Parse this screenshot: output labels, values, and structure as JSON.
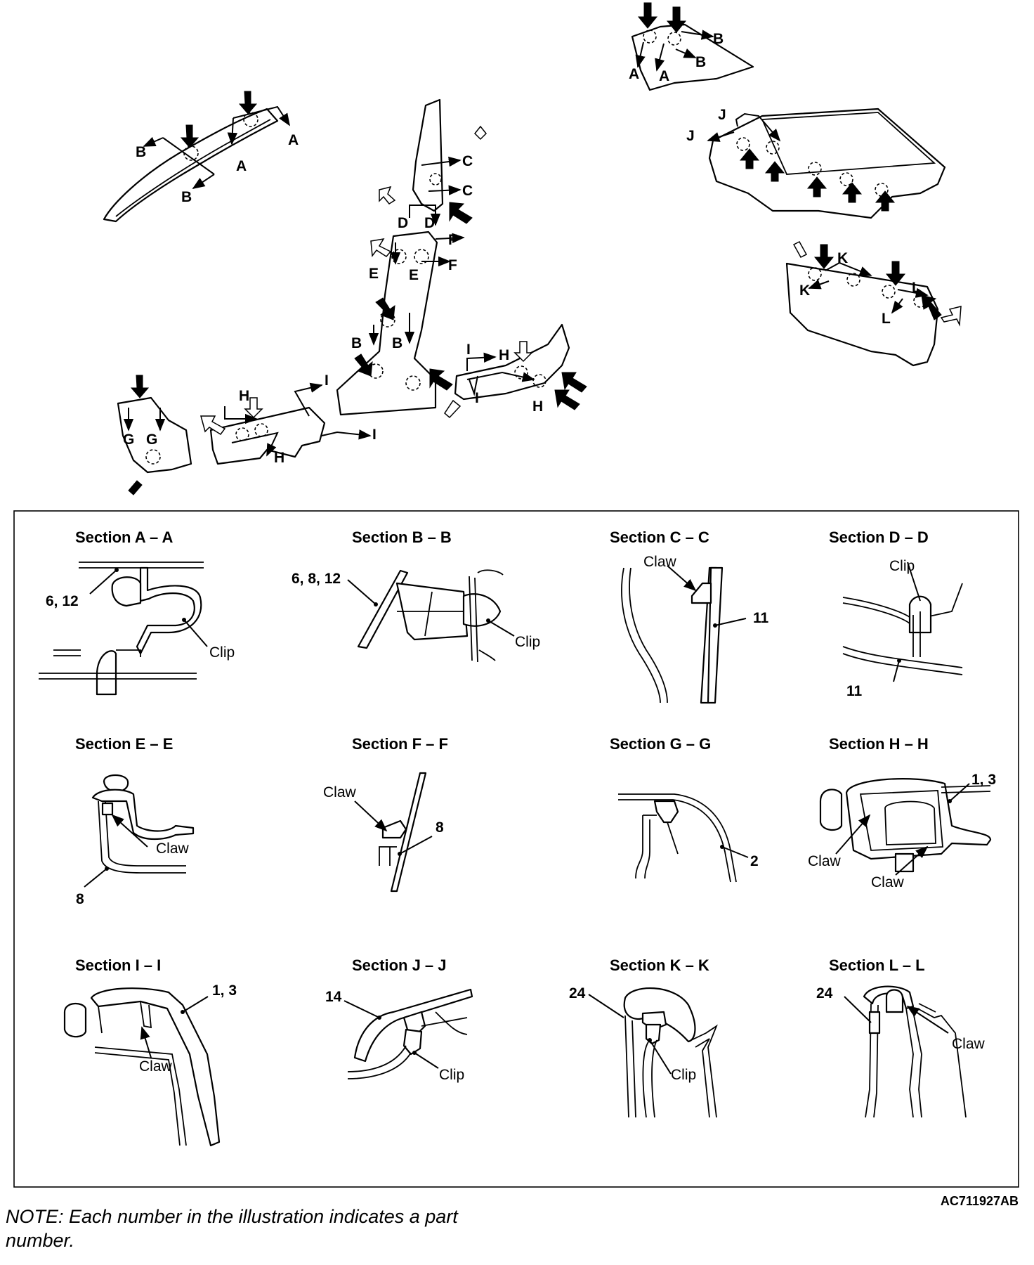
{
  "overview": {
    "a_pillar": {
      "labels": [
        "A",
        "A",
        "B",
        "B"
      ]
    },
    "b_pillar": {
      "labels": [
        "C",
        "C",
        "D",
        "D",
        "E",
        "E",
        "F",
        "F",
        "B",
        "B"
      ]
    },
    "scuff_plates": {
      "labels": [
        "G",
        "G",
        "H",
        "H",
        "I",
        "I",
        "I",
        "I",
        "H",
        "H"
      ]
    },
    "c_pillar": {
      "labels": [
        "A",
        "A",
        "B",
        "B"
      ]
    },
    "package_tray": {
      "labels": [
        "J",
        "J"
      ]
    },
    "trunk_trim": {
      "labels": [
        "K",
        "K",
        "L",
        "L"
      ]
    }
  },
  "sections": [
    {
      "title": "Section A – A",
      "callouts": [
        "6, 12",
        "Clip"
      ]
    },
    {
      "title": "Section B – B",
      "callouts": [
        "6, 8, 12",
        "Clip"
      ]
    },
    {
      "title": "Section C – C",
      "callouts": [
        "Claw",
        "11"
      ]
    },
    {
      "title": "Section D – D",
      "callouts": [
        "Clip",
        "11"
      ]
    },
    {
      "title": "Section E – E",
      "callouts": [
        "Claw",
        "8"
      ]
    },
    {
      "title": "Section F – F",
      "callouts": [
        "Claw",
        "8"
      ]
    },
    {
      "title": "Section G – G",
      "callouts": [
        "2"
      ]
    },
    {
      "title": "Section H – H",
      "callouts": [
        "1, 3",
        "Claw",
        "Claw"
      ]
    },
    {
      "title": "Section I – I",
      "callouts": [
        "1, 3",
        "Claw"
      ]
    },
    {
      "title": "Section J – J",
      "callouts": [
        "14",
        "Clip"
      ]
    },
    {
      "title": "Section K – K",
      "callouts": [
        "24",
        "Clip"
      ]
    },
    {
      "title": "Section L – L",
      "callouts": [
        "24",
        "Claw"
      ]
    }
  ],
  "figure_code": "AC711927AB",
  "note": "NOTE: Each number in the illustration indicates a part number."
}
